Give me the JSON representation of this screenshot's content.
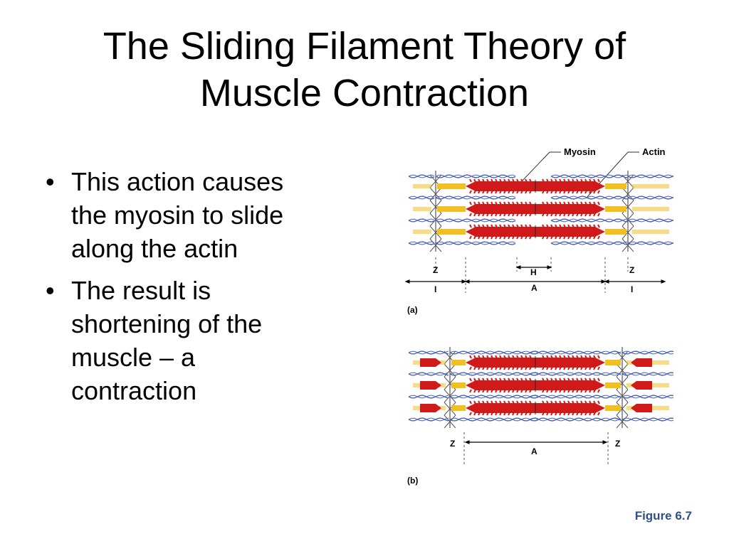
{
  "slide": {
    "title_lines": [
      "The Sliding Filament Theory of",
      "Muscle Contraction"
    ],
    "bullets": [
      {
        "lines": [
          "This action causes",
          "the myosin to slide",
          "along the actin"
        ]
      },
      {
        "lines": [
          "The result is",
          "shortening of the",
          "muscle – a",
          "contraction"
        ]
      }
    ],
    "bullet_symbol": "•",
    "figure_label": "Figure 6.7"
  },
  "diagram": {
    "labels": {
      "myosin": "Myosin",
      "actin": "Actin"
    },
    "panel_a": {
      "tag": "(a)",
      "z_left": "Z",
      "z_right": "Z",
      "h": "H",
      "i_left": "I",
      "a": "A",
      "i_right": "I"
    },
    "panel_b": {
      "tag": "(b)",
      "z_left": "Z",
      "z_right": "Z",
      "a": "A"
    },
    "colors": {
      "myosin": "#d01a1a",
      "actin": "#4a63b8",
      "titin": "#f0c020",
      "line": "#555555"
    }
  }
}
